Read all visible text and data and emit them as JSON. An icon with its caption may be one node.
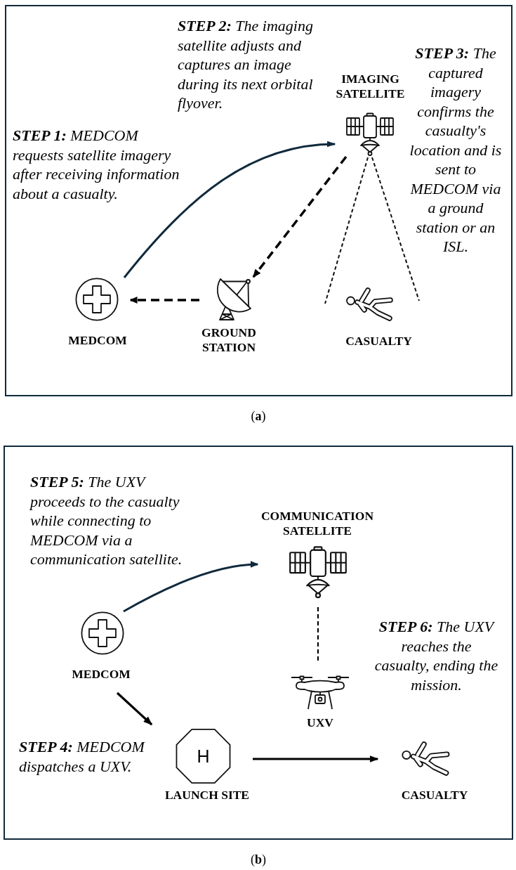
{
  "diagram": {
    "nodes": [
      {
        "text": [],
        "shape": "box",
        "beside": [
          "(**a**)"
        ]
      },
      {
        "text": [
          "MEDCOM"
        ],
        "in": 0
      },
      {
        "text": [
          "IMAGING SATELLITE"
        ],
        "in": 0
      },
      {
        "text": [
          "GROUND STATION"
        ],
        "in": 0
      },
      {
        "text": [
          "CASUALTY"
        ],
        "in": 0
      },
      {
        "text": [],
        "shape": "box",
        "beside": [
          "(**b**)"
        ]
      },
      {
        "text": [
          "MEDCOM"
        ],
        "in": 5
      },
      {
        "text": [
          "COMMUNICATION SATELLITE"
        ],
        "in": 5
      },
      {
        "text": [
          "UXV"
        ],
        "in": 5
      },
      {
        "text": [
          "H",
          "LAUNCH SITE"
        ],
        "in": 5
      },
      {
        "text": [
          "CASUALTY"
        ],
        "in": 5
      }
    ],
    "edges": [
      {
        "from": 1,
        "to": 2,
        "arrow": "to",
        "color": "#102a3c"
      },
      {
        "from": 2,
        "to": 3,
        "arrow": "to",
        "style": "dashed"
      },
      {
        "from": 3,
        "to": 1,
        "arrow": "to",
        "style": "dashed"
      },
      {
        "from": 6,
        "to": 7,
        "arrow": "to",
        "color": "#102a3c"
      },
      {
        "from": 7,
        "to": 8,
        "arrow": "none",
        "style": "dashed"
      },
      {
        "from": 6,
        "to": 9,
        "arrow": "to"
      },
      {
        "from": 9,
        "to": 10,
        "arrow": "to"
      }
    ],
    "labels": [
      "**STEP 1:** MEDCOM requests satellite imagery after receiving information about a casualty.",
      "**STEP 2:** The imaging satellite adjusts and captures an image during its next orbital flyover.",
      "**STEP 3:** The captured imagery confirms the casualty's location and is sent to MEDCOM via a ground station or an ISL.",
      "**STEP 5:** The UXV proceeds to the casualty while connecting to MEDCOM via a communication satellite.",
      "**STEP 6:** The UXV reaches the casualty, ending the mission.",
      "**STEP 4:** MEDCOM dispatches a UXV."
    ]
  }
}
